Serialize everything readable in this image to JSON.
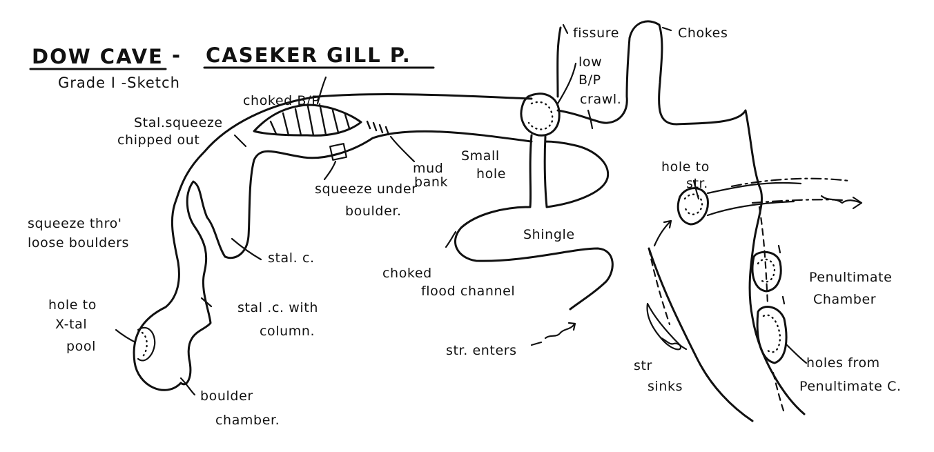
{
  "title": {
    "part1": "DOW CAVE",
    "dash": "-",
    "part2": "CASEKER GILL P.",
    "subtitle": "Grade I -Sketch"
  },
  "labels": {
    "choked_bp": "choked B/P.",
    "stal_squeeze_1": "Stal.squeeze",
    "stal_squeeze_2": "chipped out",
    "squeeze_under_1": "squeeze under",
    "squeeze_under_2": "boulder.",
    "mud_bank_1": "mud",
    "mud_bank_2": "bank",
    "small_hole_1": "Small",
    "small_hole_2": "hole",
    "squeeze_thro_1": "squeeze thro'",
    "squeeze_thro_2": "loose boulders",
    "stal_c": "stal. c.",
    "stal_c_column_1": "stal .c. with",
    "stal_c_column_2": "column.",
    "hole_xtal_1": "hole to",
    "hole_xtal_2": "X-tal",
    "hole_xtal_3": "pool",
    "boulder_chamber_1": "boulder",
    "boulder_chamber_2": "chamber.",
    "shingle": "Shingle",
    "choked_flood_1": "choked",
    "choked_flood_2": "flood channel",
    "str_enters": "str. enters",
    "fissure": "fissure",
    "chokes": "Chokes",
    "low_bp_1": "low",
    "low_bp_2": "B/P",
    "low_bp_3": "crawl.",
    "hole_to_str_1": "hole to",
    "hole_to_str_2": "str.",
    "str_sinks_1": "str",
    "str_sinks_2": "sinks",
    "penultimate_1": "Penultimate",
    "penultimate_2": "Chamber",
    "holes_from_1": "holes from",
    "holes_from_2": "Penultimate C."
  }
}
